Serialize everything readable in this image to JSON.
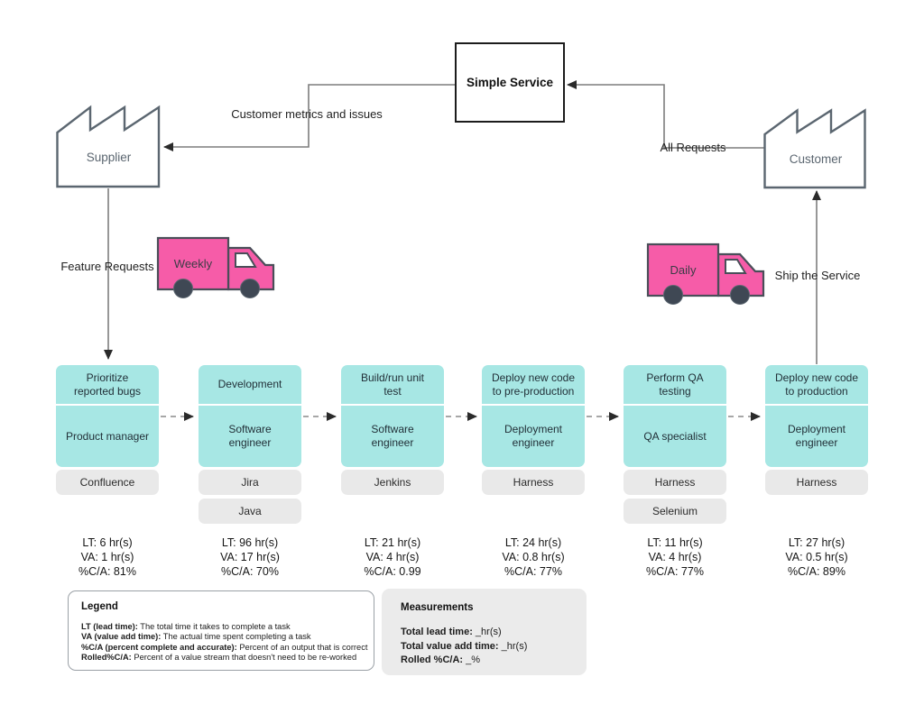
{
  "nodes": {
    "service": "Simple Service",
    "supplier": "Supplier",
    "customer": "Customer"
  },
  "flows": {
    "customer_metrics": "Customer metrics and issues",
    "all_requests": "All Requests",
    "feature_requests": "Feature Requests",
    "ship_the_service": "Ship the Service"
  },
  "trucks": [
    {
      "label": "Weekly"
    },
    {
      "label": "Daily"
    }
  ],
  "processes": [
    {
      "title": "Prioritize\nreported bugs",
      "role": "Product manager",
      "tools": [
        "Confluence"
      ],
      "metrics": [
        "LT: 6 hr(s)",
        "VA: 1 hr(s)",
        "%C/A: 81%"
      ]
    },
    {
      "title": "Development",
      "role": "Software\nengineer",
      "tools": [
        "Jira",
        "Java"
      ],
      "metrics": [
        "LT: 96 hr(s)",
        "VA: 17 hr(s)",
        "%C/A: 70%"
      ]
    },
    {
      "title": "Build/run unit\ntest",
      "role": "Software\nengineer",
      "tools": [
        "Jenkins"
      ],
      "metrics": [
        "LT: 21 hr(s)",
        "VA: 4 hr(s)",
        "%C/A: 0.99"
      ]
    },
    {
      "title": "Deploy new code\nto pre-production",
      "role": "Deployment\nengineer",
      "tools": [
        "Harness"
      ],
      "metrics": [
        "LT: 24 hr(s)",
        "VA: 0.8 hr(s)",
        "%C/A: 77%"
      ]
    },
    {
      "title": "Perform QA\ntesting",
      "role": "QA specialist",
      "tools": [
        "Harness",
        "Selenium"
      ],
      "metrics": [
        "LT: 11 hr(s)",
        "VA: 4 hr(s)",
        "%C/A: 77%"
      ]
    },
    {
      "title": "Deploy new code\nto production",
      "role": "Deployment\nengineer",
      "tools": [
        "Harness"
      ],
      "metrics": [
        "LT: 27 hr(s)",
        "VA: 0.5 hr(s)",
        "%C/A: 89%"
      ]
    }
  ],
  "legend": {
    "title": "Legend",
    "entries": [
      {
        "term": "LT (lead time):",
        "desc": " The total time it takes to complete a task"
      },
      {
        "term": "VA (value add time):",
        "desc": " The actual time spent completing a task"
      },
      {
        "term": "%C/A (percent complete and accurate):",
        "desc": " Percent of an output that is correct"
      },
      {
        "term": "Rolled%C/A:",
        "desc": " Percent of a value stream that doesn't need to be re-worked"
      }
    ]
  },
  "measurements": {
    "title": "Measurements",
    "entries": [
      {
        "term": "Total lead time:",
        "value": " _hr(s)"
      },
      {
        "term": "Total value add time:",
        "value": " _hr(s)"
      },
      {
        "term": "Rolled %C/A:",
        "value": " _%"
      }
    ]
  },
  "colors": {
    "process_fill": "#a7e7e4",
    "tool_chip_fill": "#e9e9e9",
    "truck_fill": "#f65ca8",
    "wheel_fill": "#3f4854",
    "factory_outline": "#5b6670",
    "connector": "#7d7d7d",
    "arrowhead": "#2a2a2a"
  }
}
